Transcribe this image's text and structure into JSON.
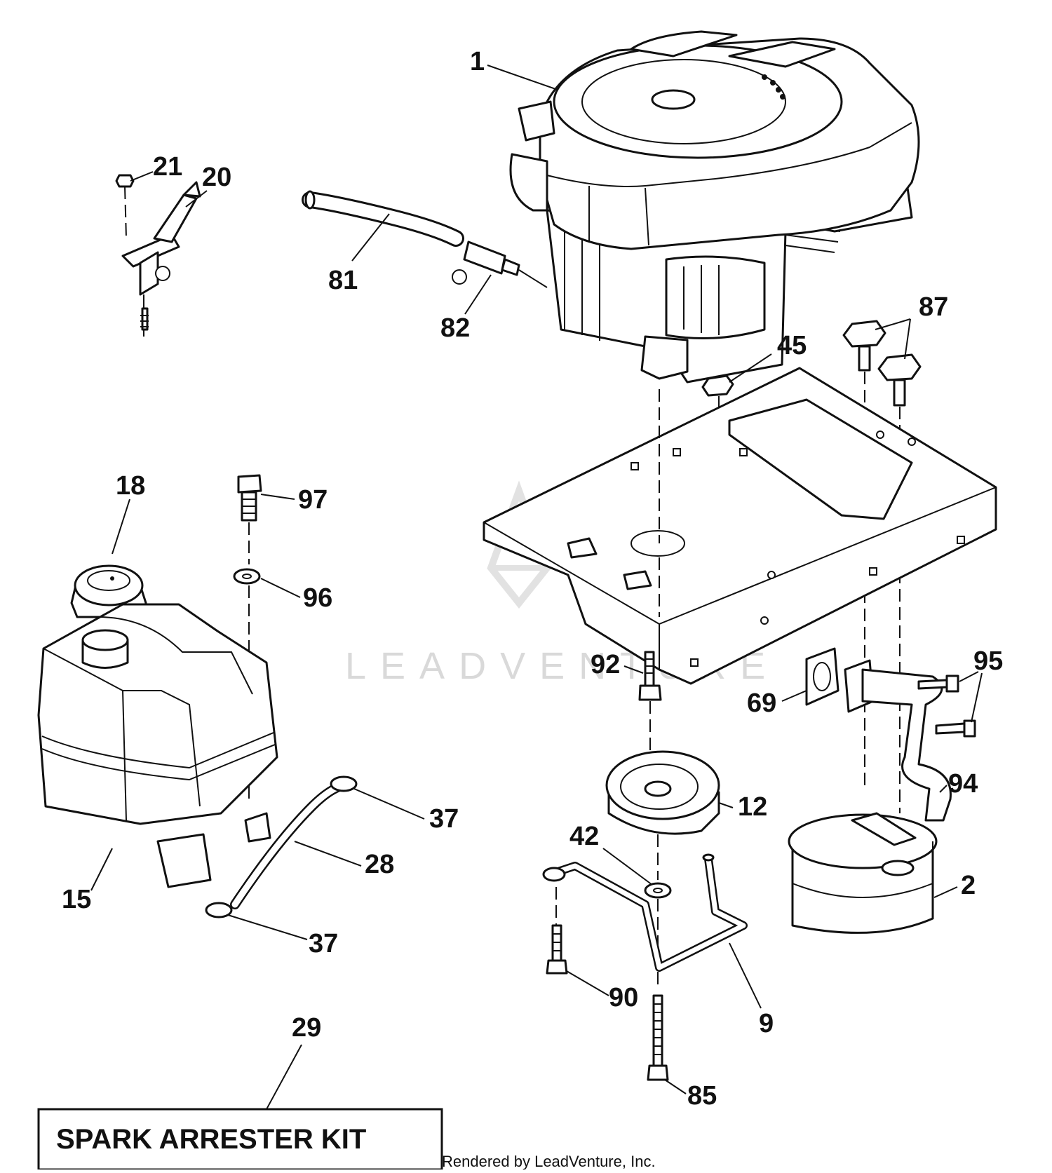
{
  "diagram": {
    "callouts": {
      "c1": "1",
      "c21": "21",
      "c20": "20",
      "c81": "81",
      "c82": "82",
      "c87": "87",
      "c45": "45",
      "c18": "18",
      "c97": "97",
      "c96": "96",
      "c92": "92",
      "c95": "95",
      "c69": "69",
      "c94": "94",
      "c12": "12",
      "c37a": "37",
      "c42": "42",
      "c28": "28",
      "c15": "15",
      "c2": "2",
      "c37b": "37",
      "c90": "90",
      "c9": "9",
      "c29": "29",
      "c85": "85"
    },
    "kit_label": "SPARK ARRESTER KIT",
    "watermark": "LEADVENTURE",
    "credit": "Rendered by LeadVenture, Inc."
  }
}
